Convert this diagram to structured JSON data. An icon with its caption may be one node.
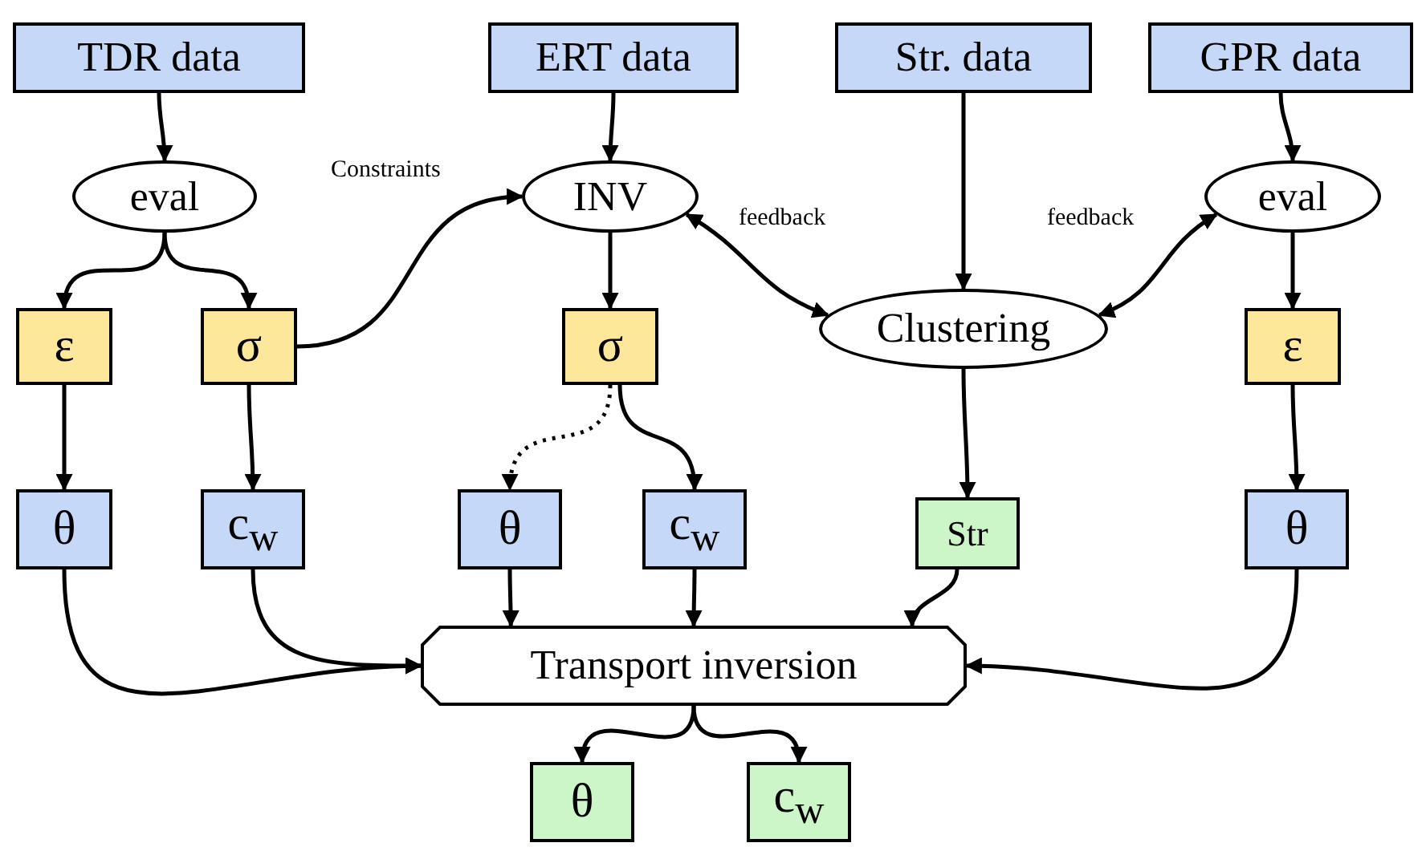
{
  "diagram": {
    "nodes": [
      {
        "text": [
          "TDR data"
        ]
      },
      {
        "text": [
          "ERT data"
        ]
      },
      {
        "text": [
          "Str. data"
        ]
      },
      {
        "text": [
          "GPR data"
        ]
      },
      {
        "text": [
          "eval"
        ]
      },
      {
        "text": [
          "INV"
        ]
      },
      {
        "text": [
          "eval"
        ]
      },
      {
        "text": [
          "Clustering"
        ]
      },
      {
        "text": [
          "ε"
        ]
      },
      {
        "text": [
          "σ"
        ]
      },
      {
        "text": [
          "σ"
        ]
      },
      {
        "text": [
          "ε"
        ]
      },
      {
        "text": [
          "θ"
        ]
      },
      {
        "text": [
          "c$_{w}$"
        ]
      },
      {
        "text": [
          "θ"
        ]
      },
      {
        "text": [
          "c$_{w}$"
        ]
      },
      {
        "text": [
          "Str"
        ]
      },
      {
        "text": [
          "θ"
        ]
      },
      {
        "text": [
          "Transport inversion"
        ]
      },
      {
        "text": [
          "θ"
        ]
      },
      {
        "text": [
          "c$_{w}$"
        ]
      }
    ],
    "edges": [
      {
        "from": 0,
        "to": 4,
        "arrow": "to"
      },
      {
        "from": 1,
        "to": 5,
        "arrow": "to"
      },
      {
        "from": 2,
        "to": 7,
        "arrow": "to"
      },
      {
        "from": 3,
        "to": 6,
        "arrow": "to"
      },
      {
        "from": 4,
        "to": 8,
        "arrow": "to"
      },
      {
        "from": 4,
        "to": 9,
        "arrow": "to"
      },
      {
        "from": 9,
        "to": 5,
        "arrow": "to",
        "label": "Constraints"
      },
      {
        "from": 5,
        "to": 7,
        "arrow": "both",
        "label": "feedback"
      },
      {
        "from": 7,
        "to": 6,
        "arrow": "both",
        "label": "feedback"
      },
      {
        "from": 5,
        "to": 10,
        "arrow": "to"
      },
      {
        "from": 6,
        "to": 11,
        "arrow": "to"
      },
      {
        "from": 8,
        "to": 12,
        "arrow": "to"
      },
      {
        "from": 9,
        "to": 13,
        "arrow": "to"
      },
      {
        "from": 10,
        "to": 14,
        "arrow": "to",
        "style": "dashed"
      },
      {
        "from": 10,
        "to": 15,
        "arrow": "to"
      },
      {
        "from": 7,
        "to": 16,
        "arrow": "to"
      },
      {
        "from": 11,
        "to": 17,
        "arrow": "to"
      },
      {
        "from": 12,
        "to": 18,
        "arrow": "to"
      },
      {
        "from": 13,
        "to": 18,
        "arrow": "to"
      },
      {
        "from": 14,
        "to": 18,
        "arrow": "to"
      },
      {
        "from": 15,
        "to": 18,
        "arrow": "to"
      },
      {
        "from": 16,
        "to": 18,
        "arrow": "to"
      },
      {
        "from": 17,
        "to": 18,
        "arrow": "to"
      },
      {
        "from": 18,
        "to": 19,
        "arrow": "to"
      },
      {
        "from": 18,
        "to": 20,
        "arrow": "to"
      }
    ]
  }
}
